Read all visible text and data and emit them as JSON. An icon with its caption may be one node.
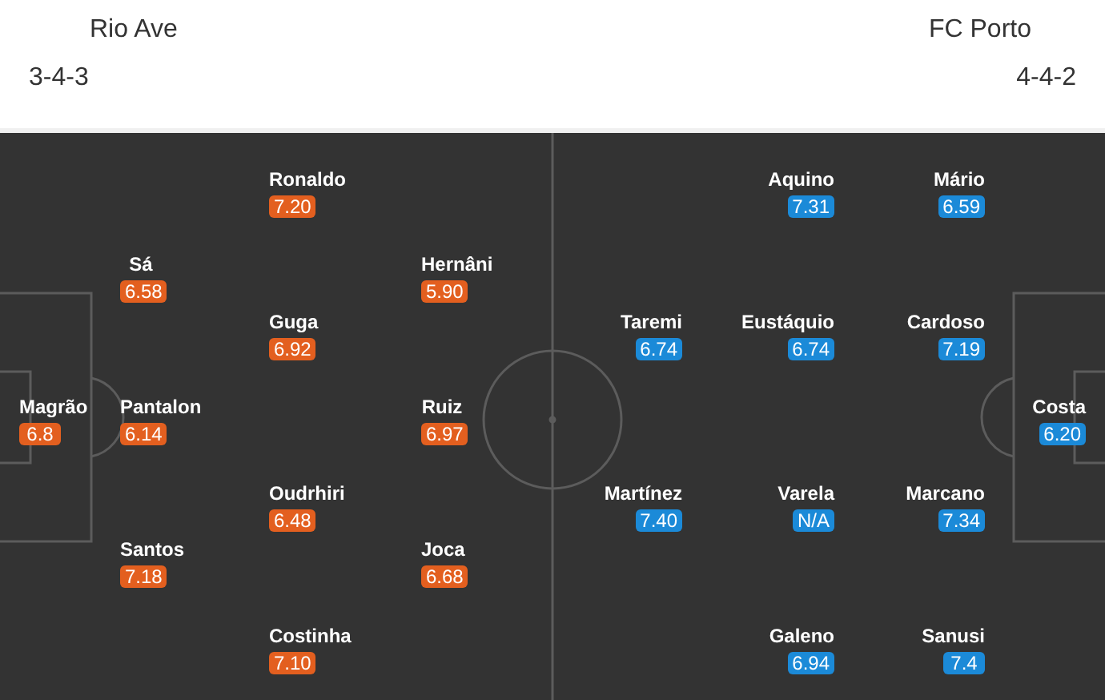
{
  "diagram": {
    "nodes": [
      {
        "text": [
          "Magrão",
          "6.8"
        ]
      },
      {
        "text": [
          "Sá",
          "6.58"
        ]
      },
      {
        "text": [
          "Pantalon",
          "6.14"
        ]
      },
      {
        "text": [
          "Santos",
          "7.18"
        ]
      },
      {
        "text": [
          "Ronaldo",
          "7.20"
        ]
      },
      {
        "text": [
          "Guga",
          "6.92"
        ]
      },
      {
        "text": [
          "Oudrhiri",
          "6.48"
        ]
      },
      {
        "text": [
          "Costinha",
          "7.10"
        ]
      },
      {
        "text": [
          "Hernâni",
          "5.90"
        ]
      },
      {
        "text": [
          "Ruiz",
          "6.97"
        ]
      },
      {
        "text": [
          "Joca",
          "6.68"
        ]
      },
      {
        "text": [
          "Taremi",
          "6.74"
        ]
      },
      {
        "text": [
          "Martínez",
          "7.40"
        ]
      },
      {
        "text": [
          "Aquino",
          "7.31"
        ]
      },
      {
        "text": [
          "Eustáquio",
          "6.74"
        ]
      },
      {
        "text": [
          "Varela",
          "N/A"
        ]
      },
      {
        "text": [
          "Galeno",
          "6.94"
        ]
      },
      {
        "text": [
          "Mário",
          "6.59"
        ]
      },
      {
        "text": [
          "Cardoso",
          "7.19"
        ]
      },
      {
        "text": [
          "Marcano",
          "7.34"
        ]
      },
      {
        "text": [
          "Sanusi",
          "7.4"
        ]
      },
      {
        "text": [
          "Costa",
          "6.20"
        ]
      }
    ],
    "labels": [
      "Rio Ave",
      "FC Porto",
      "3-4-3",
      "4-4-2"
    ]
  }
}
